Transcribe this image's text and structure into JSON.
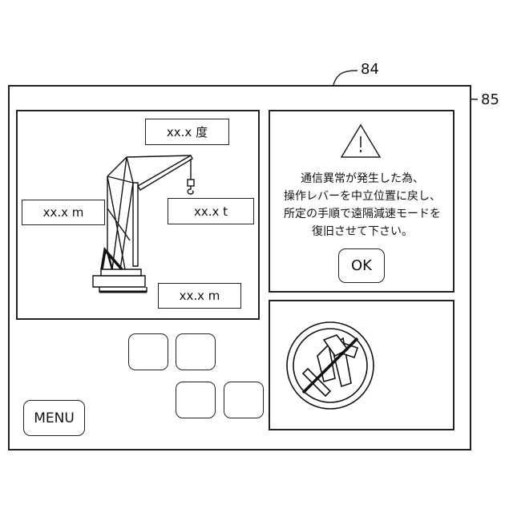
{
  "labels": {
    "device_ref": "84",
    "dialog_ref": "85"
  },
  "readouts": {
    "angle": "xx.x  度",
    "radius": "xx.x  m",
    "load": "xx.x  t",
    "height": "xx.x  m"
  },
  "dialog": {
    "lines": [
      "通信異常が発生した為、",
      "操作レバーを中立位置に戻し、",
      "所定の手順で遠隔減速モードを",
      "復旧させて下さい。"
    ],
    "ok_label": "OK"
  },
  "menu": {
    "label": "MENU"
  }
}
